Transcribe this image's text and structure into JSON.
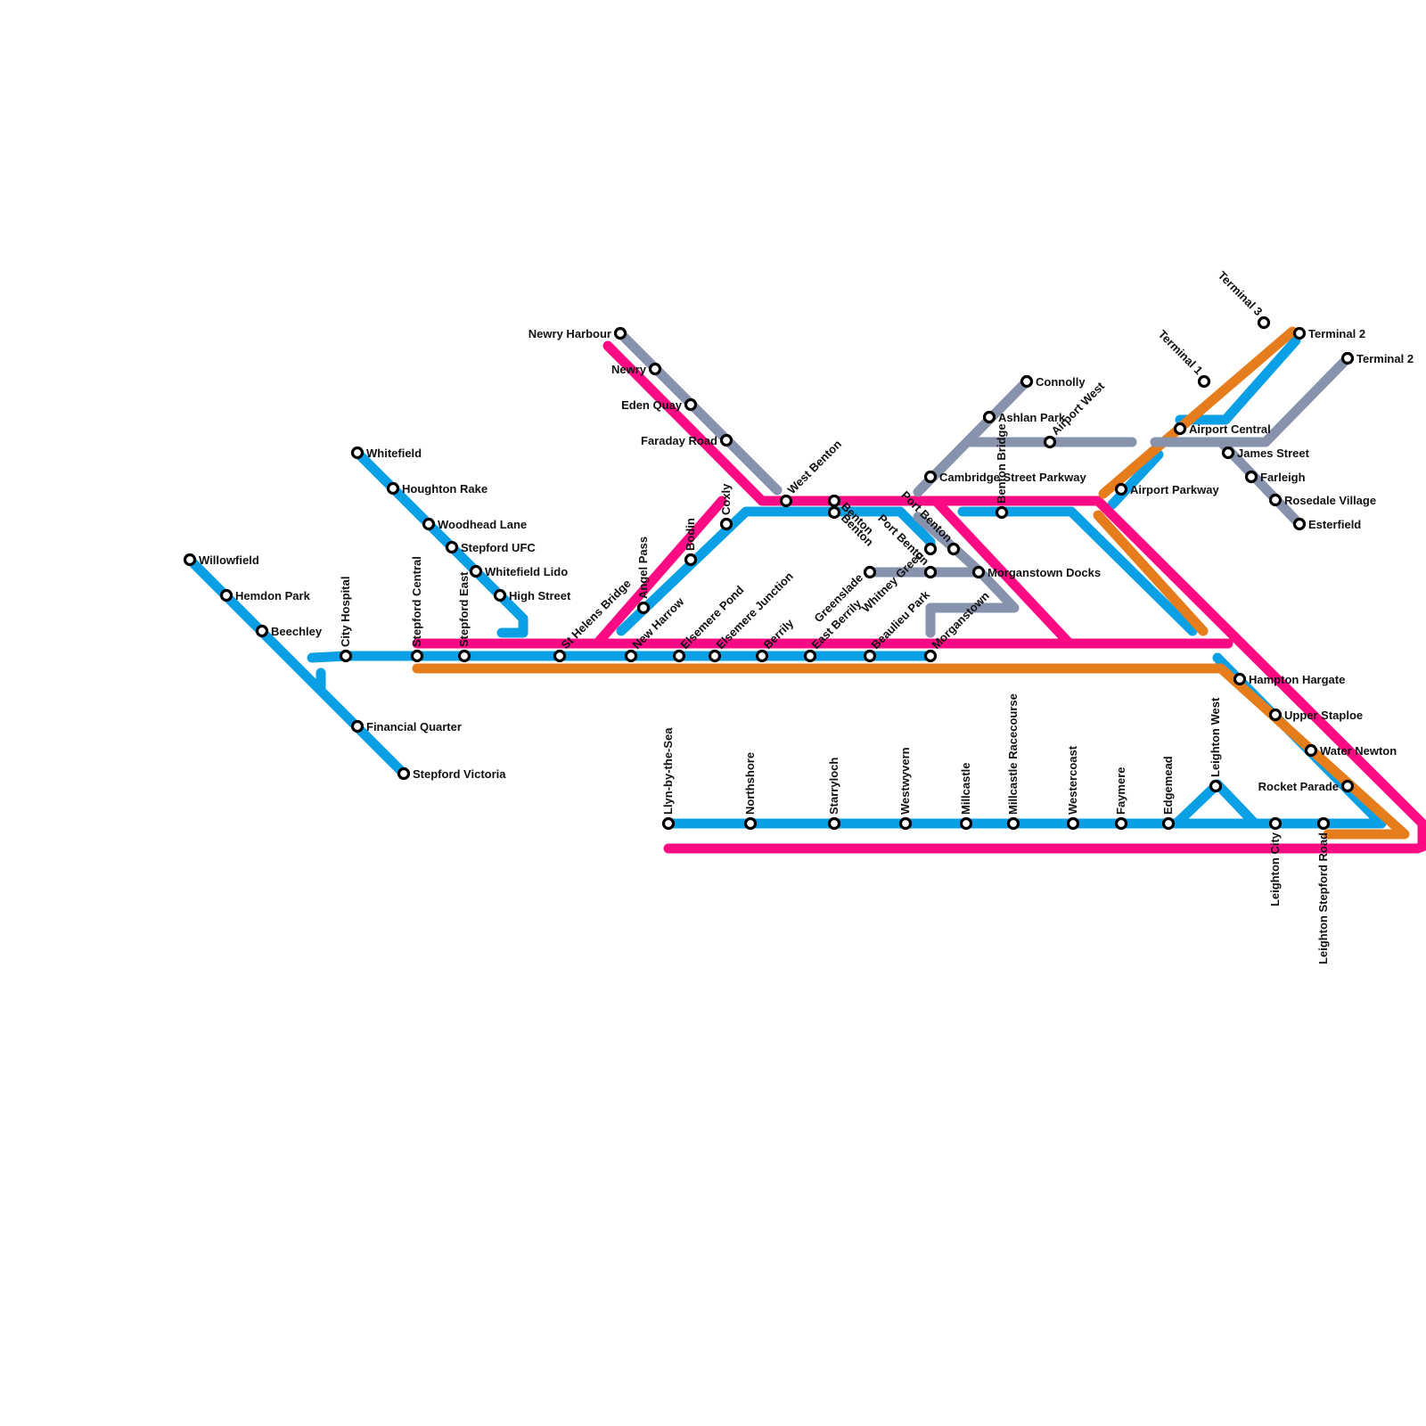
{
  "colors": {
    "blue": "#0ba0e6",
    "magenta": "#ff0a85",
    "orange": "#e57d1c",
    "grey": "#8792ad",
    "background": "#ffffff"
  },
  "lines": [
    {
      "id": "blue-west",
      "color": "blue"
    },
    {
      "id": "blue-north",
      "color": "blue"
    },
    {
      "id": "blue-trunk",
      "color": "blue"
    },
    {
      "id": "blue-upper",
      "color": "blue"
    },
    {
      "id": "blue-airport",
      "color": "blue"
    },
    {
      "id": "blue-south",
      "color": "blue"
    },
    {
      "id": "magenta-main",
      "color": "magenta"
    },
    {
      "id": "magenta-south",
      "color": "magenta"
    },
    {
      "id": "orange-main",
      "color": "orange"
    },
    {
      "id": "grey-newry",
      "color": "grey"
    },
    {
      "id": "grey-connolly",
      "color": "grey"
    },
    {
      "id": "grey-terminal",
      "color": "grey"
    },
    {
      "id": "grey-benton",
      "color": "grey"
    }
  ],
  "stations": [
    {
      "id": "willowfield",
      "label": "Willowfield"
    },
    {
      "id": "hemdon-park",
      "label": "Hemdon Park"
    },
    {
      "id": "beechley",
      "label": "Beechley"
    },
    {
      "id": "city-hospital",
      "label": "City Hospital"
    },
    {
      "id": "financial-quarter",
      "label": "Financial Quarter"
    },
    {
      "id": "stepford-victoria",
      "label": "Stepford Victoria"
    },
    {
      "id": "whitefield",
      "label": "Whitefield"
    },
    {
      "id": "houghton-rake",
      "label": "Houghton Rake"
    },
    {
      "id": "woodhead-lane",
      "label": "Woodhead Lane"
    },
    {
      "id": "stepford-ufc",
      "label": "Stepford UFC"
    },
    {
      "id": "whitefield-lido",
      "label": "Whitefield Lido"
    },
    {
      "id": "high-street",
      "label": "High Street"
    },
    {
      "id": "stepford-central",
      "label": "Stepford Central"
    },
    {
      "id": "stepford-east",
      "label": "Stepford East"
    },
    {
      "id": "st-helens-bridge",
      "label": "St Helens Bridge"
    },
    {
      "id": "new-harrow",
      "label": "New Harrow"
    },
    {
      "id": "elsemere-pond",
      "label": "Elsemere Pond"
    },
    {
      "id": "elsemere-junction",
      "label": "Elsemere Junction"
    },
    {
      "id": "berrily",
      "label": "Berrily"
    },
    {
      "id": "east-berrily",
      "label": "East Berrily"
    },
    {
      "id": "beaulieu-park",
      "label": "Beaulieu Park"
    },
    {
      "id": "morganstown",
      "label": "Morganstown"
    },
    {
      "id": "angel-pass",
      "label": "Angel Pass"
    },
    {
      "id": "bodin",
      "label": "Bodin"
    },
    {
      "id": "coxly",
      "label": "Coxly"
    },
    {
      "id": "newry-harbour",
      "label": "Newry Harbour"
    },
    {
      "id": "newry",
      "label": "Newry"
    },
    {
      "id": "eden-quay",
      "label": "Eden Quay"
    },
    {
      "id": "faraday-road",
      "label": "Faraday Road"
    },
    {
      "id": "west-benton",
      "label": "West Benton"
    },
    {
      "id": "benton",
      "label": "Benton"
    },
    {
      "id": "benton-2",
      "label": "Benton"
    },
    {
      "id": "greenslade",
      "label": "Greenslade"
    },
    {
      "id": "whitney-green",
      "label": "Whitney Green"
    },
    {
      "id": "port-benton",
      "label": "Port Benton"
    },
    {
      "id": "port-benton-2",
      "label": "Port Benton"
    },
    {
      "id": "morganstown-docks",
      "label": "Morganstown Docks"
    },
    {
      "id": "benton-bridge",
      "label": "Benton Bridge"
    },
    {
      "id": "cambridge-street-parkway",
      "label": "Cambridge Street Parkway"
    },
    {
      "id": "ashlan-park",
      "label": "Ashlan Park"
    },
    {
      "id": "connolly",
      "label": "Connolly"
    },
    {
      "id": "airport-west",
      "label": "Airport West"
    },
    {
      "id": "airport-parkway",
      "label": "Airport Parkway"
    },
    {
      "id": "airport-central",
      "label": "Airport Central"
    },
    {
      "id": "terminal-1",
      "label": "Terminal 1"
    },
    {
      "id": "terminal-3",
      "label": "Terminal 3"
    },
    {
      "id": "terminal-2a",
      "label": "Terminal 2"
    },
    {
      "id": "terminal-2b",
      "label": "Terminal 2"
    },
    {
      "id": "james-street",
      "label": "James Street"
    },
    {
      "id": "farleigh",
      "label": "Farleigh"
    },
    {
      "id": "rosedale-village",
      "label": "Rosedale Village"
    },
    {
      "id": "esterfield",
      "label": "Esterfield"
    },
    {
      "id": "hampton-hargate",
      "label": "Hampton Hargate"
    },
    {
      "id": "upper-staploe",
      "label": "Upper Staploe"
    },
    {
      "id": "water-newton",
      "label": "Water Newton"
    },
    {
      "id": "rocket-parade",
      "label": "Rocket Parade"
    },
    {
      "id": "leighton-west",
      "label": "Leighton West"
    },
    {
      "id": "leighton-city",
      "label": "Leighton City"
    },
    {
      "id": "leighton-stepford-road",
      "label": "Leighton Stepford Road"
    },
    {
      "id": "llyn-by-the-sea",
      "label": "Llyn-by-the-Sea"
    },
    {
      "id": "northshore",
      "label": "Northshore"
    },
    {
      "id": "starryloch",
      "label": "Starryloch"
    },
    {
      "id": "westwyvern",
      "label": "Westwyvern"
    },
    {
      "id": "millcastle",
      "label": "Millcastle"
    },
    {
      "id": "millcastle-racecourse",
      "label": "Millcastle Racecourse"
    },
    {
      "id": "westercoast",
      "label": "Westercoast"
    },
    {
      "id": "faymere",
      "label": "Faymere"
    },
    {
      "id": "edgemead",
      "label": "Edgemead"
    }
  ]
}
